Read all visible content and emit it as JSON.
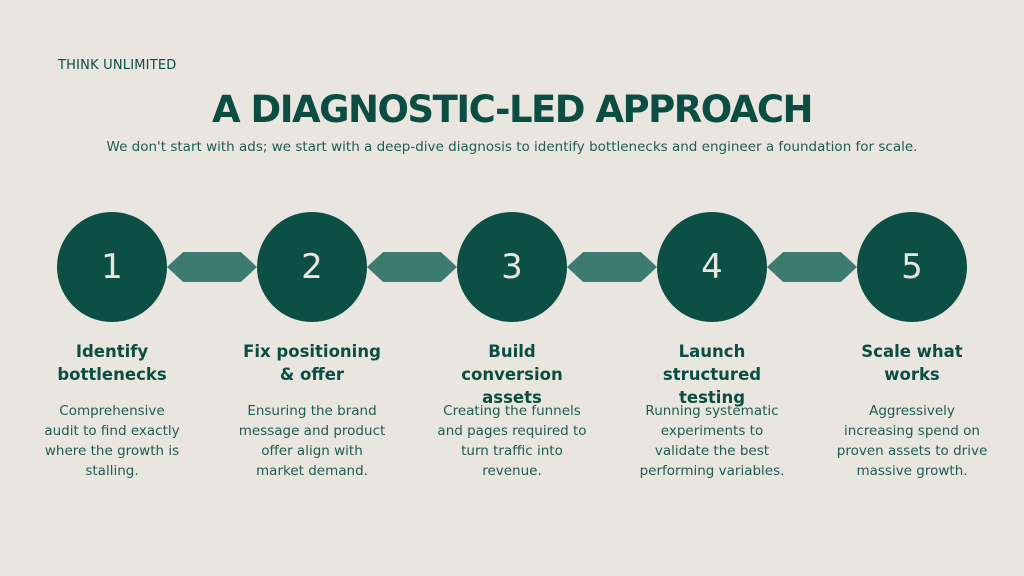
{
  "brand": "THINK UNLIMITED",
  "title": "A DIAGNOSTIC-LED APPROACH",
  "subtitle": "We don't start with ads; we start with a deep-dive diagnosis to identify bottlenecks and engineer a foundation for scale.",
  "steps": [
    {
      "number": "1",
      "title": "Identify bottlenecks",
      "description": "Comprehensive audit to find exactly where the growth is stalling."
    },
    {
      "number": "2",
      "title": "Fix positioning & offer",
      "description": "Ensuring the brand message and product offer align with market demand."
    },
    {
      "number": "3",
      "title": "Build conversion assets",
      "description": "Creating the funnels and pages required to turn traffic into revenue."
    },
    {
      "number": "4",
      "title": "Launch structured testing",
      "description": "Running systematic experiments to validate the best performing variables."
    },
    {
      "number": "5",
      "title": "Scale what works",
      "description": "Aggressively increasing spend on proven assets to drive massive growth."
    }
  ],
  "colors": {
    "background": "#e8e6de",
    "circle": "#0b4f45",
    "connector": "#3d7b70"
  }
}
